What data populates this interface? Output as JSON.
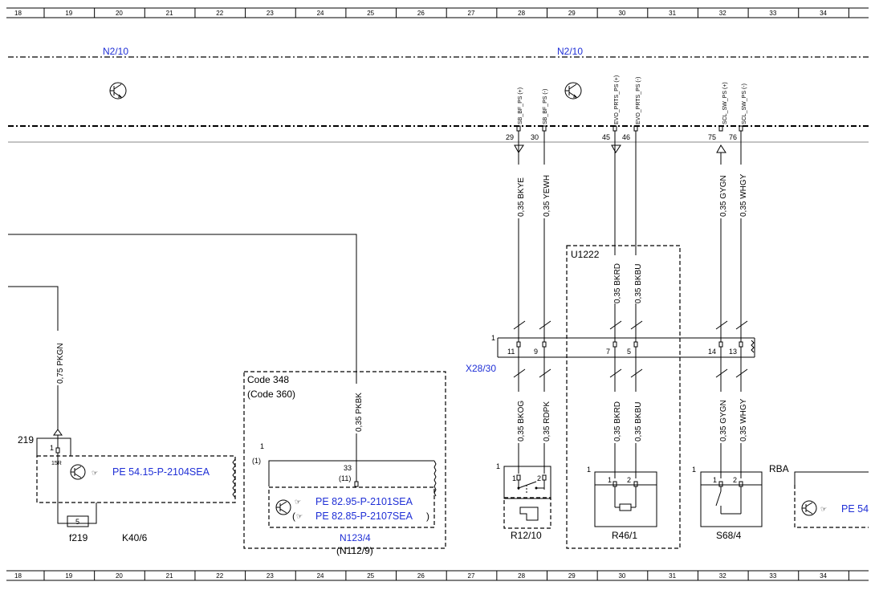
{
  "grid": {
    "columns": [
      "18",
      "19",
      "20",
      "21",
      "22",
      "23",
      "24",
      "25",
      "26",
      "27",
      "28",
      "29",
      "30",
      "31",
      "32",
      "33",
      "34"
    ]
  },
  "modules": {
    "left_label": "N2/10",
    "right_label": "N2/10"
  },
  "connectors": {
    "top_pins": [
      {
        "signal": "SB_BF_PS (+)",
        "pin": "29",
        "wire": "0,35 BKYE"
      },
      {
        "signal": "SB_BF_PS (-)",
        "pin": "30",
        "wire": "0,35 YEWH"
      },
      {
        "signal": "EVO_PRTS_PS (+)",
        "pin": "45",
        "wire": "0,35 BKRD"
      },
      {
        "signal": "EVO_PRTS_PS (-)",
        "pin": "46",
        "wire": "0,35 BKBU"
      },
      {
        "signal": "SCL_SW_PS (+)",
        "pin": "75",
        "wire": "0,35 GYGN"
      },
      {
        "signal": "SCL_SW_PS (-)",
        "pin": "76",
        "wire": "0,35 WHGY"
      }
    ],
    "x28": {
      "label": "X28/30",
      "ref": "1",
      "pins": [
        "11",
        "9",
        "7",
        "5",
        "14",
        "13"
      ],
      "lower_wires": [
        "0,35 BKOG",
        "0,35 RDPK",
        "0,35 BKRD",
        "0,35 BKBU",
        "0,35 GYGN",
        "0,35 WHGY"
      ]
    },
    "u1222": {
      "label": "U1222",
      "wire_a": "0,35 BKRD",
      "wire_b": "0,35 BKBU"
    }
  },
  "left_section": {
    "wire_pkgn": "0,75 PKGN",
    "num_219": "219",
    "pin_1": "1",
    "pin_15r": "15R",
    "link_k40": "PE 54.15-P-2104SEA",
    "fuse_num": "5",
    "fuse_label": "f219",
    "comp_label": "K40/6"
  },
  "n123": {
    "code_line1": "Code 348",
    "code_line2": "(Code 360)",
    "ref1": "1",
    "ref1b": "(1)",
    "wire": "0,35 PKBK",
    "pin": "33",
    "pin_alt": "(11)",
    "link1": "PE 82.95-P-2101SEA",
    "link2": "PE 82.85-P-2107SEA",
    "paren_open": "(",
    "paren_close": ")",
    "label": "N123/4",
    "label_alt": "(N112/9)"
  },
  "bottom_components": {
    "r12": {
      "ref": "1",
      "pin1": "1",
      "pin2": "2",
      "label": "R12/10"
    },
    "r46": {
      "ref": "1",
      "pin1": "1",
      "pin2": "2",
      "label": "R46/1"
    },
    "s68": {
      "ref": "1",
      "pin1": "1",
      "pin2": "2",
      "label": "S68/4"
    },
    "rba": {
      "label": "RBA",
      "link": "PE 54"
    }
  }
}
